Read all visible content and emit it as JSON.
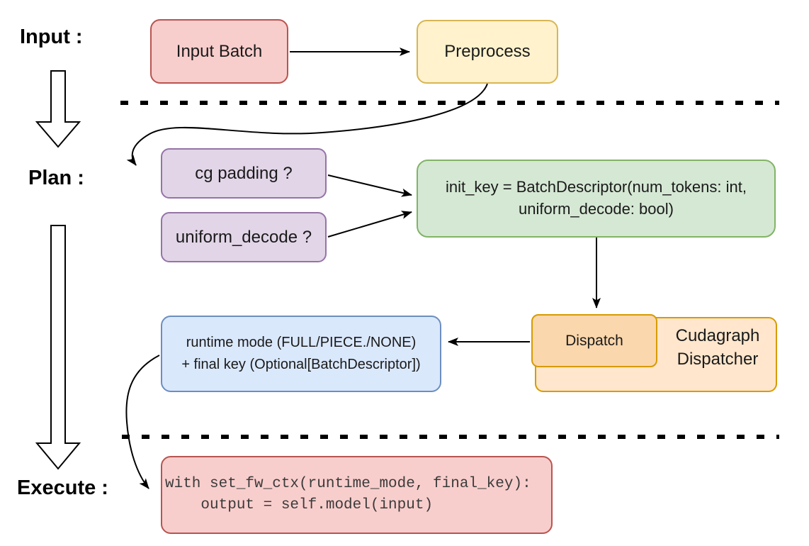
{
  "phases": {
    "input_label": "Input :",
    "plan_label": "Plan :",
    "execute_label": "Execute :"
  },
  "nodes": {
    "input_batch": {
      "label": "Input Batch"
    },
    "preprocess": {
      "label": "Preprocess"
    },
    "cg_padding": {
      "label": "cg padding ?"
    },
    "uniform_decode": {
      "label": "uniform_decode ?"
    },
    "init_key": {
      "line1": "init_key = BatchDescriptor(num_tokens: int,",
      "line2": "uniform_decode: bool)"
    },
    "dispatch": {
      "label": "Dispatch"
    },
    "cudagraph_dispatcher": {
      "line1": "Cudagraph",
      "line2": "Dispatcher"
    },
    "runtime": {
      "line1": "runtime mode (FULL/PIECE./NONE)",
      "line2": "+ final key (Optional[BatchDescriptor])"
    },
    "execute_code": {
      "line1": "with set_fw_ctx(runtime_mode, final_key):",
      "line2": "    output = self.model(input)"
    }
  },
  "colors": {
    "red_fill": "#F8CECC",
    "red_stroke": "#B85450",
    "yellow_fill": "#FFF2CC",
    "yellow_stroke": "#D6B656",
    "purple_fill": "#E1D5E7",
    "purple_stroke": "#9673A6",
    "green_fill": "#D5E8D4",
    "green_stroke": "#82B366",
    "blue_fill": "#DAE8FC",
    "blue_stroke": "#6C8EBF",
    "orange_fill_light": "#FFE6CC",
    "orange_fill_dark": "#FAD7AC",
    "orange_stroke": "#D79B00",
    "connector": "#000000"
  }
}
